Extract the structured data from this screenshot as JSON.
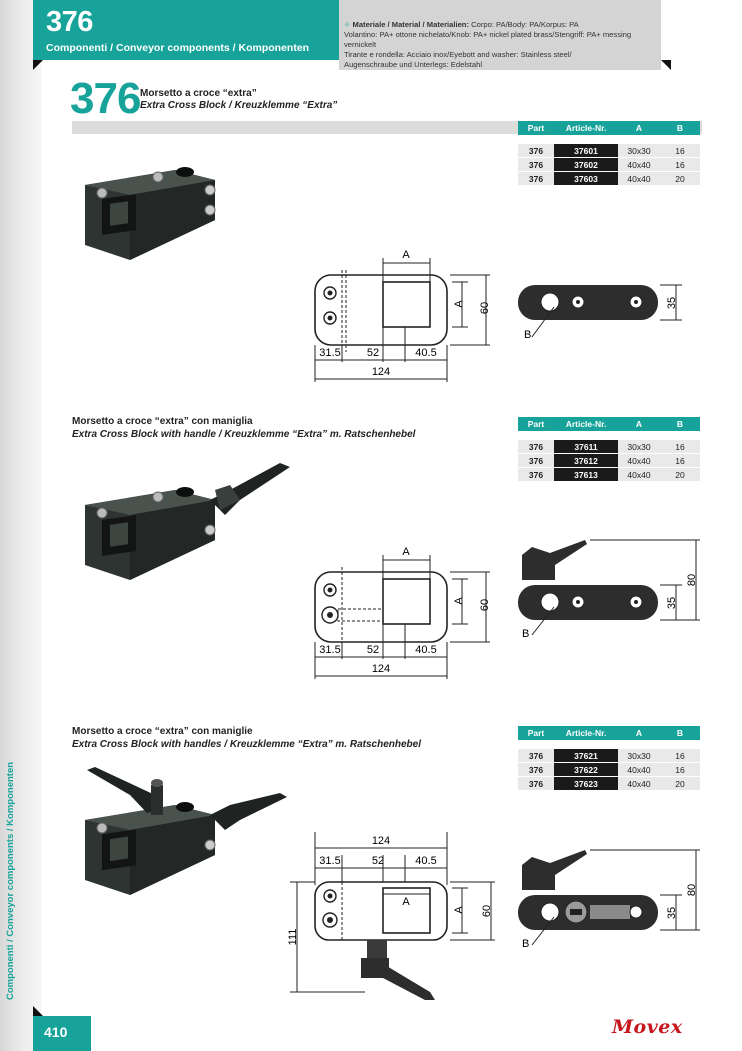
{
  "header": {
    "code": "376",
    "subtitle": "Componenti / Conveyor components / Komponenten",
    "materials_label": "Materiale / Material / Materialien:",
    "materials_line1": "Corpo: PA/Body: PA/Korpus: PA",
    "materials_line2": "Volantino: PA+ ottone nichelato/Knob: PA+ nickel plated brass/Stengriff: PA+ messing vernickelt",
    "materials_line3": "Tirante e rondella: Acciaio inox/Eyebott and washer: Stainless steel/",
    "materials_line4": "Augenschraube und Unterlegs: Edelstahl"
  },
  "product": {
    "code": "376",
    "title_it": "Morsetto a croce “extra”",
    "title_en_de": "Extra Cross Block / Kreuzklemme “Extra”"
  },
  "table_headers": [
    "Part",
    "Article-Nr.",
    "A",
    "B"
  ],
  "sections": [
    {
      "title_it": "",
      "title_en_de": "",
      "rows": [
        {
          "part": "376",
          "article": "37601",
          "a": "30x30",
          "b": "16"
        },
        {
          "part": "376",
          "article": "37602",
          "a": "40x40",
          "b": "16"
        },
        {
          "part": "376",
          "article": "37603",
          "a": "40x40",
          "b": "20"
        }
      ]
    },
    {
      "title_it": "Morsetto a croce “extra” con maniglia",
      "title_en_de": "Extra Cross Block with handle / Kreuzklemme “Extra” m. Ratschenhebel",
      "rows": [
        {
          "part": "376",
          "article": "37611",
          "a": "30x30",
          "b": "16"
        },
        {
          "part": "376",
          "article": "37612",
          "a": "40x40",
          "b": "16"
        },
        {
          "part": "376",
          "article": "37613",
          "a": "40x40",
          "b": "20"
        }
      ]
    },
    {
      "title_it": "Morsetto a croce “extra” con maniglie",
      "title_en_de": "Extra Cross Block with handles / Kreuzklemme “Extra” m. Ratschenhebel",
      "rows": [
        {
          "part": "376",
          "article": "37621",
          "a": "30x30",
          "b": "16"
        },
        {
          "part": "376",
          "article": "37622",
          "a": "40x40",
          "b": "16"
        },
        {
          "part": "376",
          "article": "37623",
          "a": "40x40",
          "b": "20"
        }
      ]
    }
  ],
  "dimensions": {
    "a_label": "A",
    "b_label": "B",
    "d60": "60",
    "d35": "35",
    "d80": "80",
    "d31": "31.5",
    "d52": "52",
    "d40": "40.5",
    "d124": "124",
    "d111": "111"
  },
  "footer": {
    "page_number": "410",
    "brand": "Movex",
    "side_label": "Componenti / Conveyor components / Komponenten"
  },
  "colors": {
    "accent": "#17a39a",
    "brand_red": "#c8161d",
    "dark": "#1a1a1a"
  }
}
